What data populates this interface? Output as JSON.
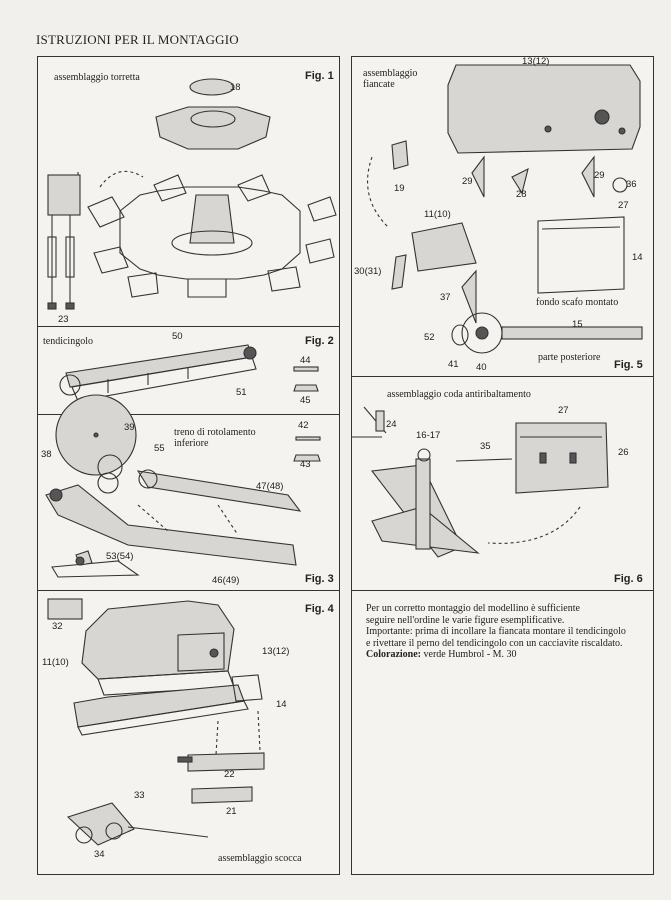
{
  "page_title": "ISTRUZIONI PER IL MONTAGGIO",
  "fig1": {
    "label": "Fig. 1",
    "caption": "assemblaggio torretta",
    "parts": {
      "p18": "18",
      "p23": "23"
    }
  },
  "fig2": {
    "label": "Fig. 2",
    "caption": "tendicingolo",
    "parts": {
      "p50": "50",
      "p51": "51",
      "p44": "44",
      "p45": "45"
    }
  },
  "fig3": {
    "label": "Fig. 3",
    "caption": "treno di rotolamento\ninferiore",
    "parts": {
      "p39": "39",
      "p55": "55",
      "p38": "38",
      "p42": "42",
      "p43": "43",
      "p47": "47(48)",
      "p53": "53(54)",
      "p46": "46(49)"
    }
  },
  "fig4": {
    "label": "Fig. 4",
    "caption": "assemblaggio scocca",
    "parts": {
      "p32": "32",
      "p11": "11(10)",
      "p13": "13(12)",
      "p14": "14",
      "p22": "22",
      "p21": "21",
      "p33": "33",
      "p34": "34"
    }
  },
  "fig5": {
    "label": "Fig. 5",
    "caption": "assemblaggio\nfiancate",
    "caption2": "fondo scafo montato",
    "caption3": "parte posteriore",
    "parts": {
      "p13": "13(12)",
      "p19": "19",
      "p29a": "29",
      "p28": "28",
      "p29b": "29",
      "p36": "36",
      "p11": "11(10)",
      "p27": "27",
      "p14": "14",
      "p30": "30(31)",
      "p37": "37",
      "p15": "15",
      "p52": "52",
      "p41": "41",
      "p40": "40"
    }
  },
  "fig6": {
    "label": "Fig. 6",
    "caption": "assemblaggio coda antiribaltamento",
    "parts": {
      "p27": "27",
      "p24": "24",
      "p1617": "16-17",
      "p35": "35",
      "p26": "26"
    }
  },
  "notes": {
    "line1": "Per un corretto montaggio del modellino è sufficiente",
    "line2": "seguire nell'ordine le varie figure esemplificative.",
    "line3": "Importante: prima di incollare la fiancata montare il tendicingolo",
    "line4": "e rivettare il perno del  tendicingolo  con un cacciavite riscaldato.",
    "color_label": "Colorazione:",
    "color_value": " verde Humbrol - M. 30"
  }
}
